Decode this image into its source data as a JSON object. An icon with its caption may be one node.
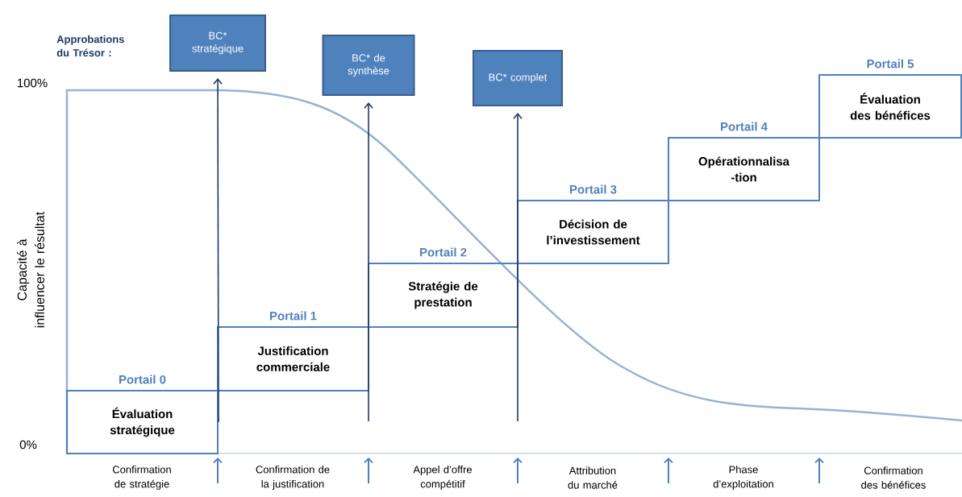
{
  "diagram": {
    "nodes": [
      {
        "text": [
          "BC* stratégique"
        ]
      },
      {
        "text": [
          "BC* de synthèse"
        ]
      },
      {
        "text": [
          "BC* complet"
        ]
      },
      {
        "text": [
          "Portail 0",
          "Évaluation stratégique"
        ]
      },
      {
        "text": [
          "Portail 1",
          "Justification commerciale"
        ]
      },
      {
        "text": [
          "Portail 2",
          "Stratégie de prestation"
        ]
      },
      {
        "text": [
          "Portail 3",
          "Décision de l’investissement"
        ]
      },
      {
        "text": [
          "Portail 4",
          "Opérationnalisa -tion"
        ]
      },
      {
        "text": [
          "Portail 5",
          "Évaluation des bénéfices"
        ]
      }
    ],
    "edges": [
      {
        "from": 3,
        "to": 0,
        "arrow": "to"
      },
      {
        "from": null,
        "to": 1,
        "arrow": "to"
      },
      {
        "from": null,
        "to": 2,
        "arrow": "to"
      }
    ],
    "labels": [
      "Approbations du Trésor :",
      "100%",
      "Capacité à influencer le résultat",
      "0%",
      "Confirmation de stratégie",
      "Confirmation de la justification",
      "Appel d’offre compétitif",
      "Attribution du marché",
      "Phase d’exploitation",
      "Confirmation des bénéfices"
    ]
  }
}
